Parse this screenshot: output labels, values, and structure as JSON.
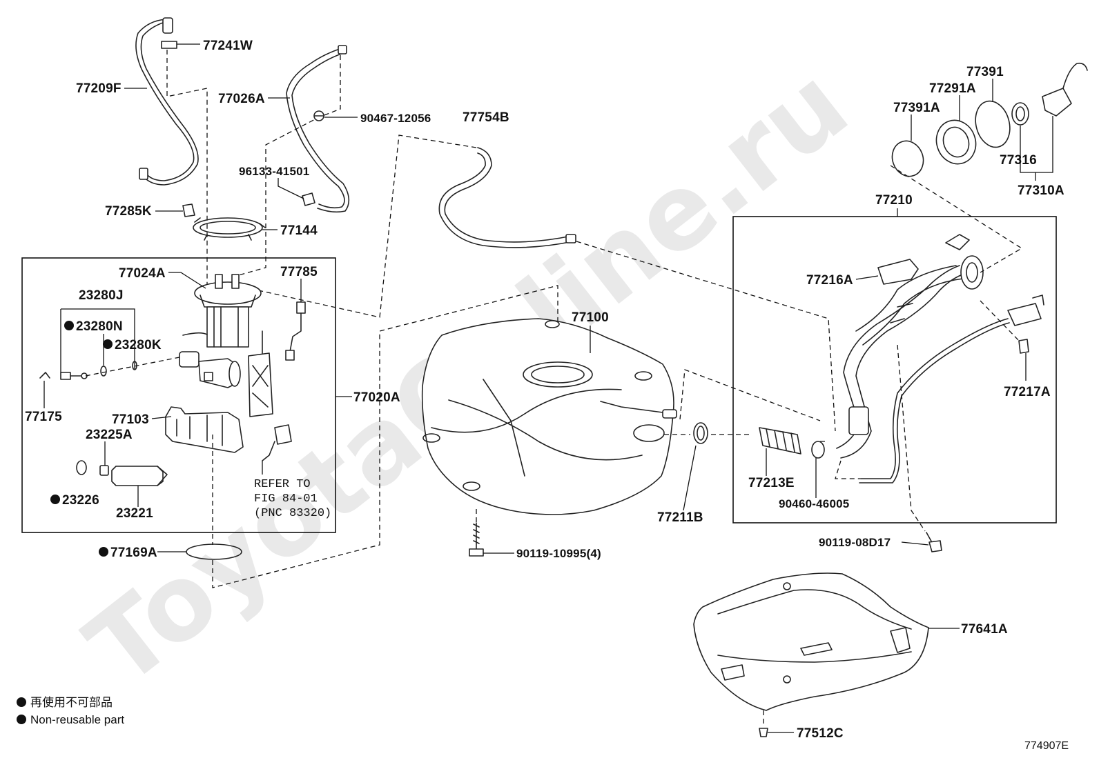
{
  "watermark": "ToyotaOnline.ru",
  "diagram_code": "774907E",
  "legend": {
    "jp": "再使用不可部品",
    "en": "Non-reusable part"
  },
  "refer_note": {
    "line1": "REFER TO",
    "line2": "FIG 84-01",
    "line3": "(PNC 83320)"
  },
  "labels": {
    "p77241W": "77241W",
    "p77209F": "77209F",
    "p77026A": "77026A",
    "p90467": "90467-12056",
    "p77754B": "77754B",
    "p96133": "96133-41501",
    "p77285K": "77285K",
    "p77144": "77144",
    "p77024A": "77024A",
    "p77785": "77785",
    "p23280J": "23280J",
    "p23280N": "23280N",
    "p23280K": "23280K",
    "p77175": "77175",
    "p77103": "77103",
    "p23225A": "23225A",
    "p23226": "23226",
    "p23221": "23221",
    "p77020A": "77020A",
    "p77169A": "77169A",
    "p77100": "77100",
    "p90119a": "90119-10995(4)",
    "p77211B": "77211B",
    "p77213E": "77213E",
    "p90460": "90460-46005",
    "p77210": "77210",
    "p77216A": "77216A",
    "p77217A": "77217A",
    "p90119b": "90119-08D17",
    "p77391": "77391",
    "p77291A": "77291A",
    "p77391A": "77391A",
    "p77316": "77316",
    "p77310A": "77310A",
    "p77641A": "77641A",
    "p77512C": "77512C"
  }
}
